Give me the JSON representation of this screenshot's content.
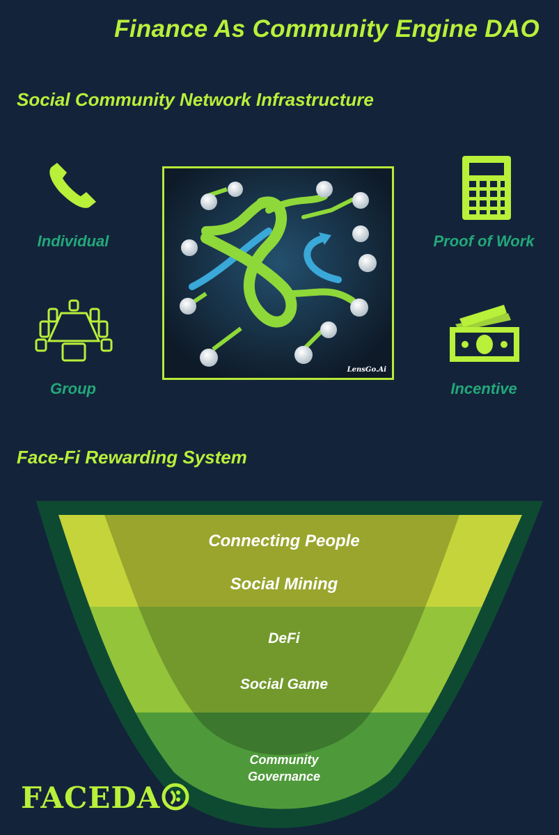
{
  "header": {
    "title": "Finance As Community Engine DAO"
  },
  "infrastructure": {
    "heading": "Social Community Network Infrastructure",
    "items": [
      {
        "label": "Individual",
        "icon": "phone-icon"
      },
      {
        "label": "Proof of Work",
        "icon": "calculator-icon"
      },
      {
        "label": "Group",
        "icon": "meeting-table-icon"
      },
      {
        "label": "Incentive",
        "icon": "money-icon"
      }
    ],
    "image_watermark": "LensGo.Ai"
  },
  "rewarding": {
    "heading": "Face-Fi Rewarding System",
    "tiers": [
      {
        "label": "Connecting People"
      },
      {
        "label": "Social Mining"
      },
      {
        "label": "DeFi"
      },
      {
        "label": "Social Game"
      },
      {
        "label": "Community Governance"
      }
    ]
  },
  "brand": {
    "logo": "FACEDA",
    "accent_color": "#b8f03a",
    "background_color": "#13243a",
    "label_color": "#23a87a"
  }
}
